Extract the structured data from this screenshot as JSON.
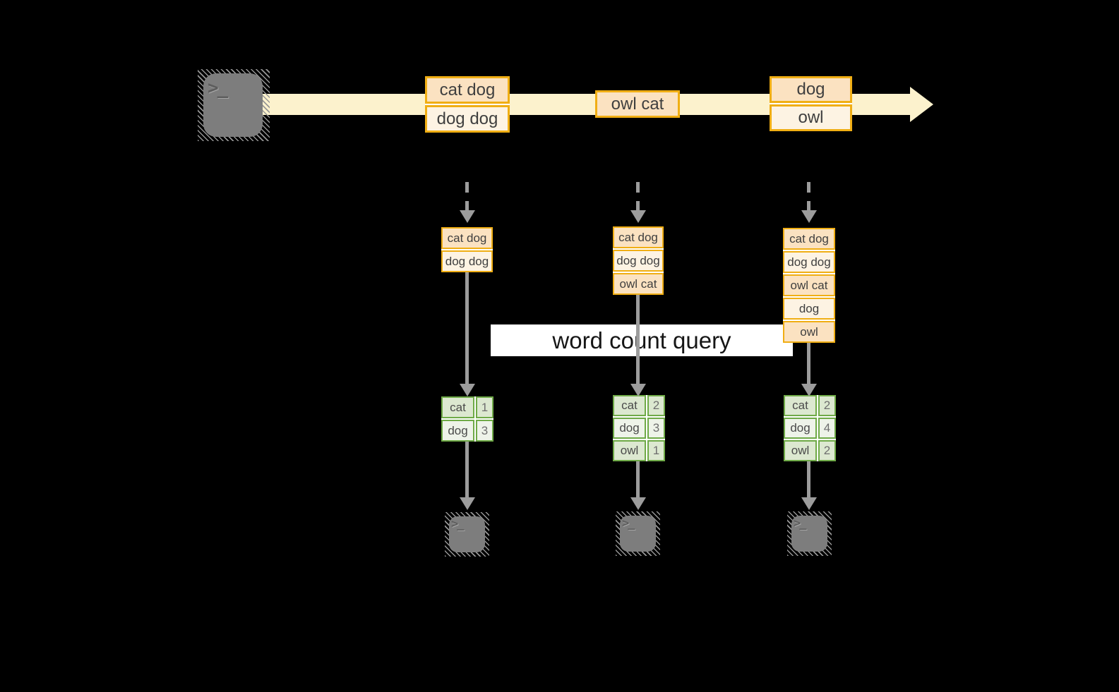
{
  "banner": {
    "label": "word count query"
  },
  "icons": {
    "terminal_prompt_glyph": ">_"
  },
  "colors": {
    "gold_border": "#f0ae14",
    "peach_fill_dark": "#fbe2c1",
    "peach_fill_light": "#fdf3e3",
    "stream_band": "#fcf2cd",
    "green_border": "#6faa47",
    "sage_fill_dark": "#dce8d0",
    "sage_fill_light": "#eef3e9",
    "arrow_gray": "#9c9c9c",
    "terminal_gray": "#7d7d7d",
    "background": "#000000"
  },
  "timeline": {
    "groups": [
      {
        "items": [
          "cat dog",
          "dog dog"
        ]
      },
      {
        "items": [
          "owl cat"
        ]
      },
      {
        "items": [
          "dog",
          "owl"
        ]
      }
    ]
  },
  "columns": [
    {
      "buffer": [
        "cat dog",
        "dog dog"
      ],
      "counts": [
        {
          "word": "cat",
          "count": 1
        },
        {
          "word": "dog",
          "count": 3
        }
      ]
    },
    {
      "buffer": [
        "cat dog",
        "dog dog",
        "owl cat"
      ],
      "counts": [
        {
          "word": "cat",
          "count": 2
        },
        {
          "word": "dog",
          "count": 3
        },
        {
          "word": "owl",
          "count": 1
        }
      ]
    },
    {
      "buffer": [
        "cat dog",
        "dog dog",
        "owl cat",
        "dog",
        "owl"
      ],
      "counts": [
        {
          "word": "cat",
          "count": 2
        },
        {
          "word": "dog",
          "count": 4
        },
        {
          "word": "owl",
          "count": 2
        }
      ]
    }
  ]
}
